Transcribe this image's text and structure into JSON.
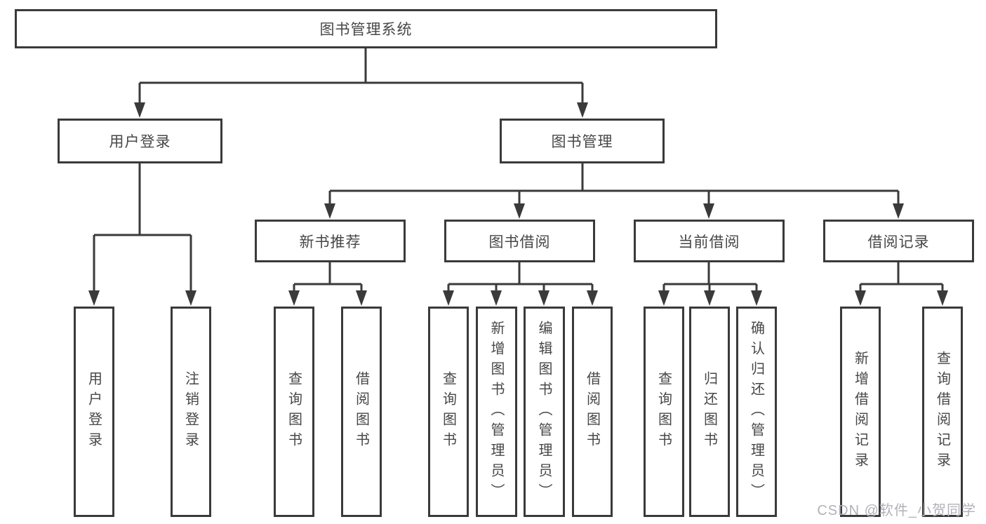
{
  "diagram": {
    "root": {
      "label": "图书管理系统"
    },
    "branches": [
      {
        "label": "用户登录",
        "children": [
          {
            "label": "用户登录"
          },
          {
            "label": "注销登录"
          }
        ]
      },
      {
        "label": "图书管理",
        "children": [
          {
            "label": "新书推荐",
            "children": [
              {
                "label": "查询图书"
              },
              {
                "label": "借阅图书"
              }
            ]
          },
          {
            "label": "图书借阅",
            "children": [
              {
                "label": "查询图书"
              },
              {
                "label": "新增图书（管理员）"
              },
              {
                "label": "编辑图书（管理员）"
              },
              {
                "label": "借阅图书"
              }
            ]
          },
          {
            "label": "当前借阅",
            "children": [
              {
                "label": "查询图书"
              },
              {
                "label": "归还图书"
              },
              {
                "label": "确认归还（管理员）"
              }
            ]
          },
          {
            "label": "借阅记录",
            "children": [
              {
                "label": "新增借阅记录"
              },
              {
                "label": "查询借阅记录"
              }
            ]
          }
        ]
      }
    ]
  },
  "watermark": {
    "text": "CSDN @软件_小贺同学"
  },
  "colors": {
    "line": "#3a3a3a",
    "text": "#474747",
    "watermark": "#b3b1b8",
    "background": "#ffffff"
  }
}
